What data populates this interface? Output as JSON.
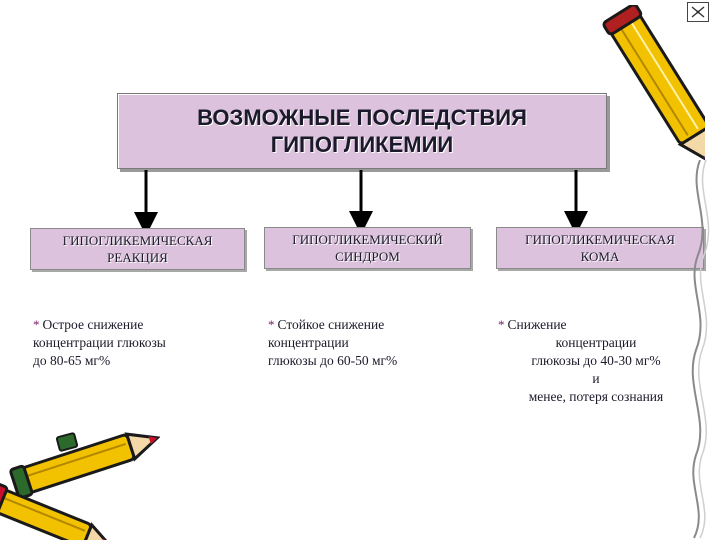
{
  "title": {
    "text": "ВОЗМОЖНЫЕ  ПОСЛЕДСТВИЯ\nГИПОГЛИКЕМИИ"
  },
  "categories": [
    {
      "label": "ГИПОГЛИКЕМИЧЕСКАЯ\nРЕАКЦИЯ",
      "bullet": "*",
      "description": "Острое снижение\nконцентрации глюкозы\nдо 80-65 мг%"
    },
    {
      "label": "ГИПОГЛИКЕМИЧЕСКИЙ\nСИНДРОМ",
      "bullet": "*",
      "description": "Стойкое снижение\nконцентрации\nглюкозы до 60-50 мг%"
    },
    {
      "label": "ГИПОГЛИКЕМИЧЕСКАЯ\nКОМА",
      "bullet": "*",
      "description_lines": [
        "Снижение",
        "концентрации",
        "глюкозы до 40-30 мг%",
        "и",
        "менее, потеря сознания"
      ]
    }
  ],
  "colors": {
    "box_fill": "#dcc2dc",
    "arrow": "#000000",
    "pencil_body": "#f2c100",
    "pencil_outline": "#1a1a1a",
    "pencil_band": "#2c6a2c",
    "pencil_tip": "#c8102e",
    "bullet": "#7a1a6a"
  },
  "icons": [
    "pencil-icon",
    "crossed-pencils-icon",
    "corner-arrows-icon"
  ]
}
